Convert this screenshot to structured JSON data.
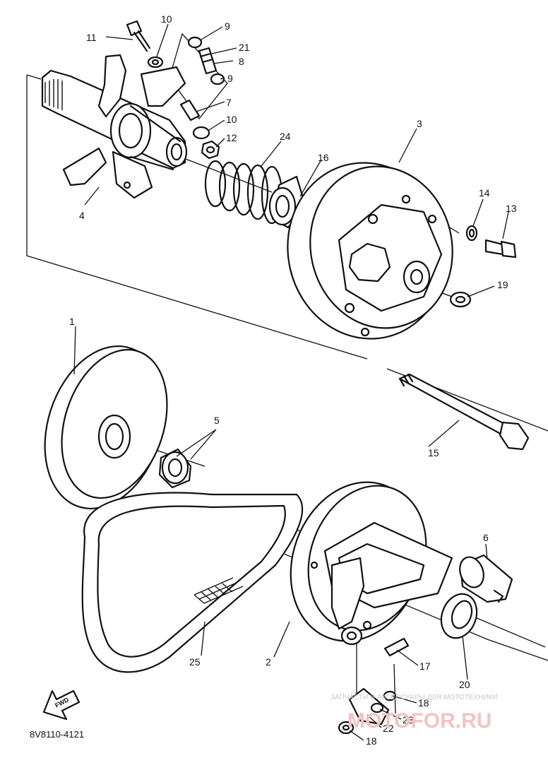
{
  "diagram": {
    "part_numbers": [
      {
        "id": "p1",
        "text": "1"
      },
      {
        "id": "p2",
        "text": "2"
      },
      {
        "id": "p3",
        "text": "3"
      },
      {
        "id": "p4",
        "text": "4"
      },
      {
        "id": "p5",
        "text": "5"
      },
      {
        "id": "p6",
        "text": "6"
      },
      {
        "id": "p7",
        "text": "7"
      },
      {
        "id": "p8",
        "text": "8"
      },
      {
        "id": "p9a",
        "text": "9"
      },
      {
        "id": "p9b",
        "text": "9"
      },
      {
        "id": "p10a",
        "text": "10"
      },
      {
        "id": "p10b",
        "text": "10"
      },
      {
        "id": "p11",
        "text": "11"
      },
      {
        "id": "p12",
        "text": "12"
      },
      {
        "id": "p13",
        "text": "13"
      },
      {
        "id": "p14",
        "text": "14"
      },
      {
        "id": "p15",
        "text": "15"
      },
      {
        "id": "p16",
        "text": "16"
      },
      {
        "id": "p17",
        "text": "17"
      },
      {
        "id": "p18a",
        "text": "18"
      },
      {
        "id": "p18b",
        "text": "18"
      },
      {
        "id": "p19",
        "text": "19"
      },
      {
        "id": "p20",
        "text": "20"
      },
      {
        "id": "p21",
        "text": "21"
      },
      {
        "id": "p22",
        "text": "22"
      },
      {
        "id": "p23",
        "text": "23"
      },
      {
        "id": "p24",
        "text": "24"
      },
      {
        "id": "p25",
        "text": "25"
      }
    ],
    "drawing_code": "8V8110-4121",
    "fwd_label": "FWD"
  },
  "watermark": {
    "caption": "ЗАПЧАСТИ И АКСЕССУАРЫ ДЛЯ МОТОТЕХНИКИ",
    "logo": "MOTOFOR.RU"
  },
  "colors": {
    "ink": "#111111",
    "paper": "#ffffff",
    "watermark_text": "#c8c8c8",
    "watermark_logo": "#f3c3c3"
  }
}
